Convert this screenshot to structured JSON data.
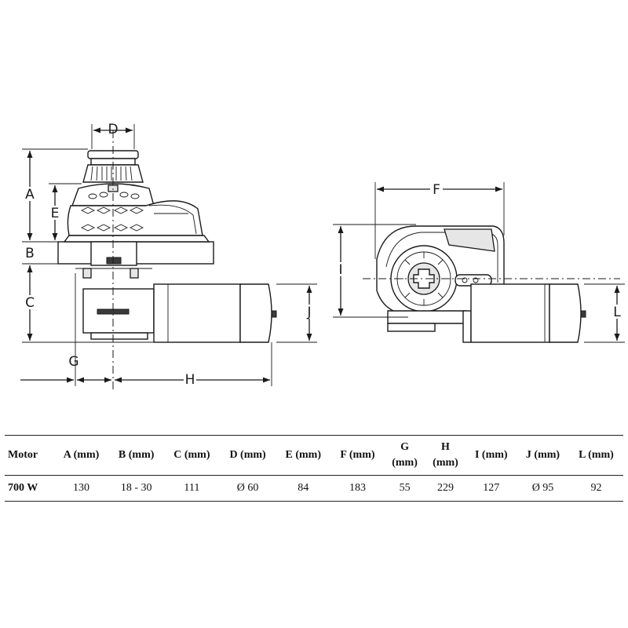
{
  "dimension_letters": {
    "A": "A",
    "B": "B",
    "C": "C",
    "D": "D",
    "E": "E",
    "F": "F",
    "G": "G",
    "H": "H",
    "I": "I",
    "J": "J",
    "L": "L"
  },
  "table": {
    "headers": [
      [
        "Motor"
      ],
      [
        "A (mm)"
      ],
      [
        "B (mm)"
      ],
      [
        "C (mm)"
      ],
      [
        "D (mm)"
      ],
      [
        "E (mm)"
      ],
      [
        "F (mm)"
      ],
      [
        "G",
        "(mm)"
      ],
      [
        "H",
        "(mm)"
      ],
      [
        "I (mm)"
      ],
      [
        "J (mm)"
      ],
      [
        "L (mm)"
      ]
    ],
    "rows": [
      [
        "700 W",
        "130",
        "18 - 30",
        "111",
        "Ø 60",
        "84",
        "183",
        "55",
        "229",
        "127",
        "Ø 95",
        "92"
      ]
    ]
  }
}
